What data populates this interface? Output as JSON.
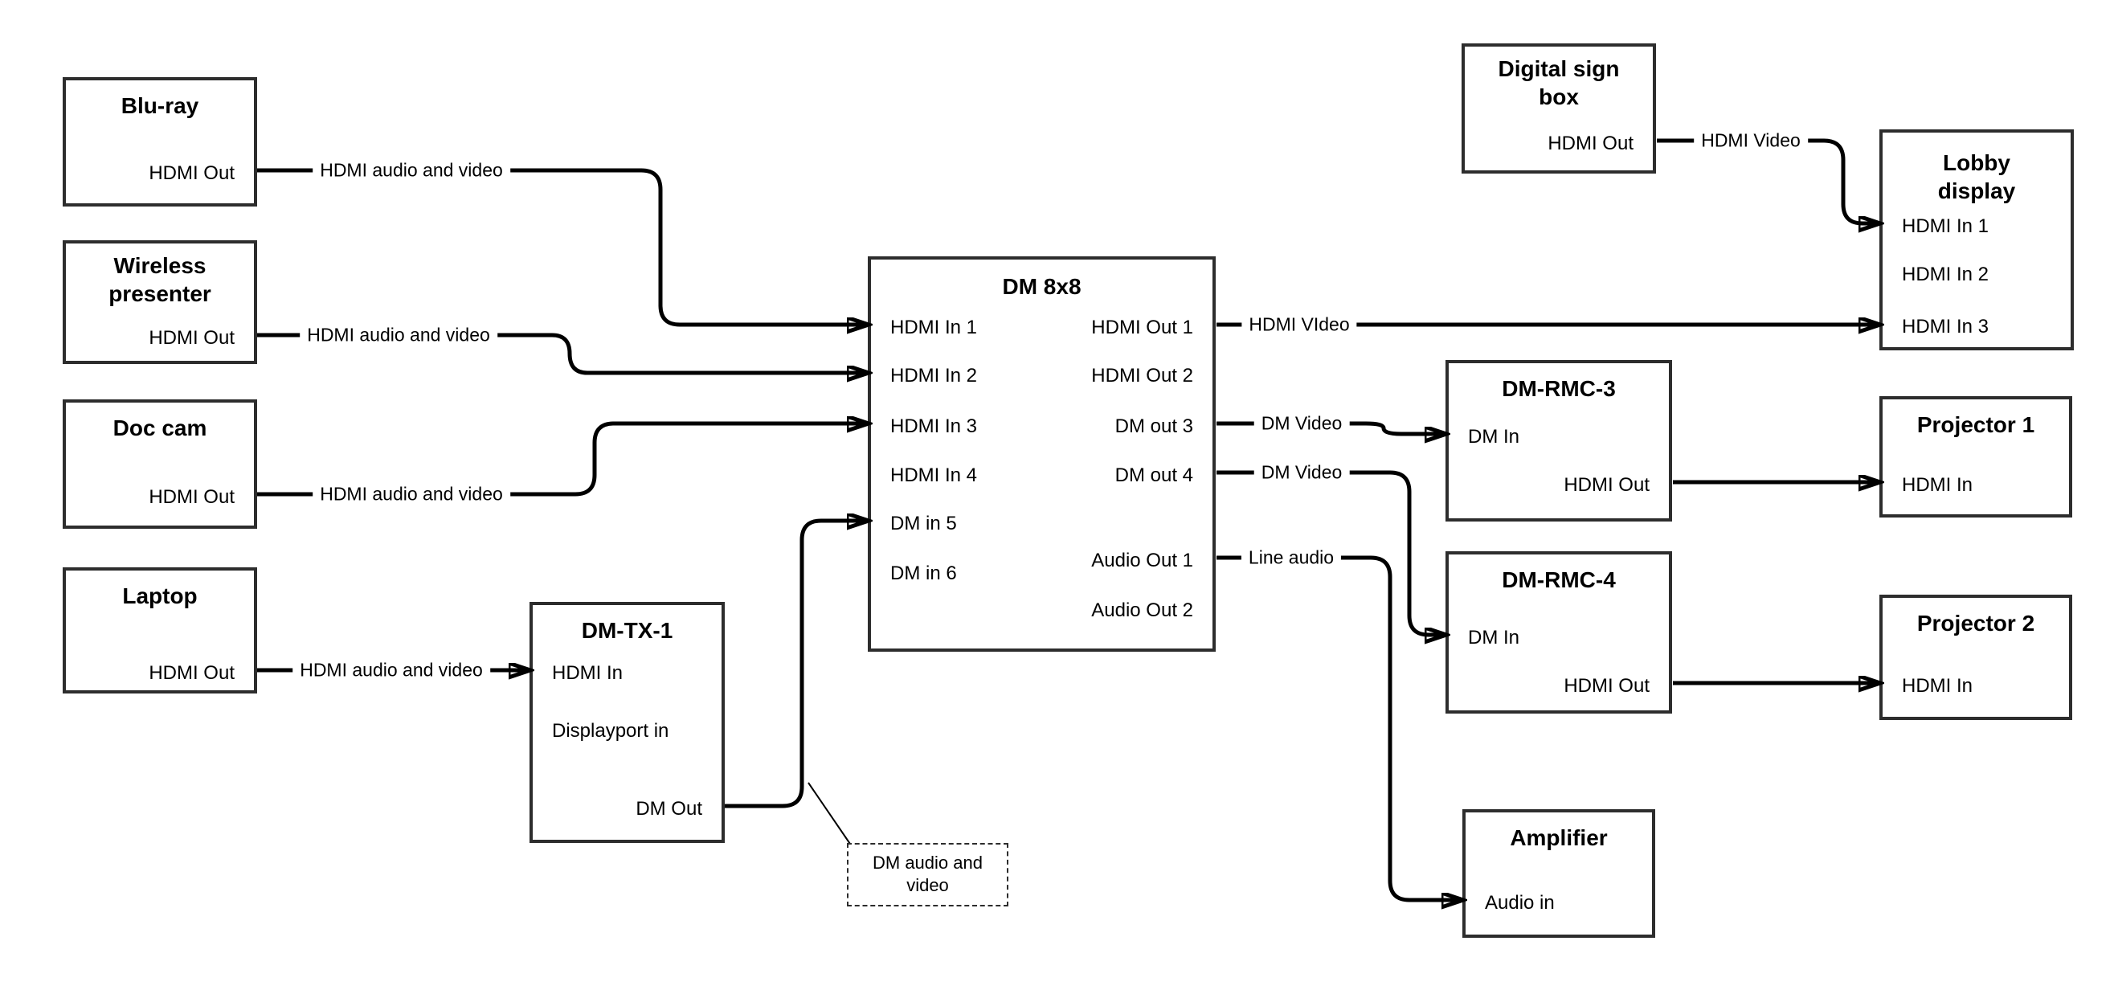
{
  "boxes": {
    "bluray": {
      "title": "Blu-ray",
      "port": "HDMI Out"
    },
    "wireless": {
      "title": "Wireless presenter",
      "port": "HDMI Out"
    },
    "doccam": {
      "title": "Doc cam",
      "port": "HDMI Out"
    },
    "laptop": {
      "title": "Laptop",
      "port": "HDMI Out"
    },
    "dmtx1": {
      "title": "DM-TX-1",
      "ports": {
        "hdmi_in": "HDMI In",
        "dp_in": "Displayport in",
        "dm_out": "DM Out"
      }
    },
    "dm8x8": {
      "title": "DM 8x8",
      "inputs": [
        "HDMI In 1",
        "HDMI In 2",
        "HDMI In 3",
        "HDMI In 4",
        "DM in 5",
        "DM in 6"
      ],
      "outputs": [
        "HDMI Out 1",
        "HDMI Out 2",
        "DM out 3",
        "DM out 4",
        "Audio Out 1",
        "Audio Out 2"
      ]
    },
    "digisign": {
      "title": "Digital sign box",
      "port": "HDMI Out"
    },
    "lobby": {
      "title": "Lobby display",
      "ports": [
        "HDMI In 1",
        "HDMI In 2",
        "HDMI In 3"
      ]
    },
    "dmrmc3": {
      "title": "DM-RMC-3",
      "dm_in": "DM In",
      "hdmi_out": "HDMI Out"
    },
    "proj1": {
      "title": "Projector 1",
      "port": "HDMI In"
    },
    "dmrmc4": {
      "title": "DM-RMC-4",
      "dm_in": "DM In",
      "hdmi_out": "HDMI Out"
    },
    "proj2": {
      "title": "Projector 2",
      "port": "HDMI In"
    },
    "amp": {
      "title": "Amplifier",
      "port": "Audio in"
    }
  },
  "edge_labels": {
    "bluray_line": "HDMI audio and video",
    "wireless_line": "HDMI audio and video",
    "doccam_line": "HDMI audio and video",
    "laptop_line": "HDMI audio and video",
    "hdmi_out1_line": "HDMI VIdeo",
    "dm_out3_line": "DM Video",
    "dm_out4_line": "DM Video",
    "audio_out1_line": "Line audio",
    "digisign_line": "HDMI Video"
  },
  "note": "DM audio and video",
  "colors": {
    "background": "#ffffff",
    "stroke": "#000000",
    "box_border": "#2d2d2d"
  }
}
